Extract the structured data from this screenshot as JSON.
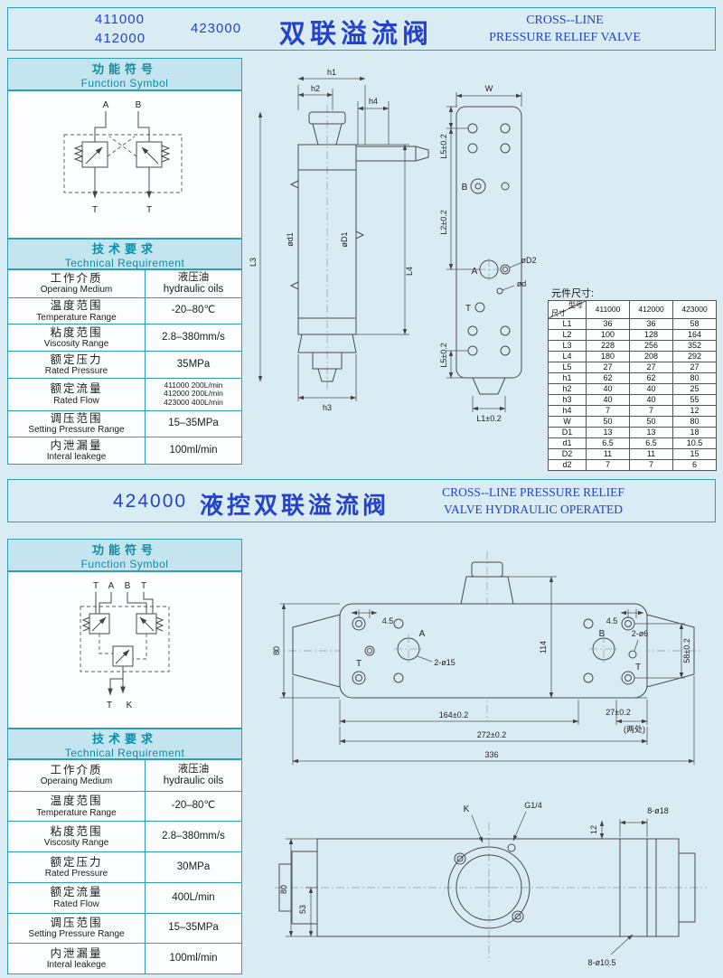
{
  "colors": {
    "page_bg": "#d9ecf4",
    "panel_border": "#2f9eb3",
    "panel_header_bg": "#c4e5ef",
    "accent_blue": "#2443c9",
    "accent_teal": "#0a8da6"
  },
  "section1": {
    "header": {
      "model_a": "411000",
      "model_b": "412000",
      "model_c": "423000",
      "title_cn": "双联溢流阀",
      "title_en1": "CROSS--LINE",
      "title_en2": "PRESSURE RELIEF VALVE"
    },
    "symbol": {
      "header_cn": "功能符号",
      "header_en": "Function Symbol",
      "ports": {
        "a": "A",
        "b": "B",
        "t1": "T",
        "t2": "T"
      }
    },
    "tech": {
      "header_cn": "技术要求",
      "header_en": "Technical Requirement",
      "rows": [
        {
          "cn": "工作介质",
          "en": "Operaing Medium",
          "values": [
            "液压油",
            "hydraulic oils"
          ]
        },
        {
          "cn": "温度范围",
          "en": "Temperature Range",
          "values": [
            "-20–80℃"
          ]
        },
        {
          "cn": "粘度范围",
          "en": "Viscosity Range",
          "values": [
            "2.8–380mm/s"
          ]
        },
        {
          "cn": "额定压力",
          "en": "Rated Pressure",
          "values": [
            "35MPa"
          ]
        },
        {
          "cn": "额定流量",
          "en": "Rated Flow",
          "values": [
            "411000 200L/min",
            "412000 200L/min",
            "423000 400L/min"
          ]
        },
        {
          "cn": "调压范围",
          "en": "Setting Pressure Range",
          "values": [
            "15–35MPa"
          ]
        },
        {
          "cn": "内泄漏量",
          "en": "Interal leakege",
          "values": [
            "100ml/min"
          ]
        }
      ]
    },
    "dim_table": {
      "title": "元件尺寸:",
      "corner_top": "型号",
      "corner_bottom": "尺寸",
      "columns": [
        "411000",
        "412000",
        "423000"
      ],
      "rows": [
        {
          "name": "L1",
          "v": [
            "36",
            "36",
            "58"
          ]
        },
        {
          "name": "L2",
          "v": [
            "100",
            "128",
            "164"
          ]
        },
        {
          "name": "L3",
          "v": [
            "228",
            "256",
            "352"
          ]
        },
        {
          "name": "L4",
          "v": [
            "180",
            "208",
            "292"
          ]
        },
        {
          "name": "L5",
          "v": [
            "27",
            "27",
            "27"
          ]
        },
        {
          "name": "h1",
          "v": [
            "62",
            "62",
            "80"
          ]
        },
        {
          "name": "h2",
          "v": [
            "40",
            "40",
            "25"
          ]
        },
        {
          "name": "h3",
          "v": [
            "40",
            "40",
            "55"
          ]
        },
        {
          "name": "h4",
          "v": [
            "7",
            "7",
            "12"
          ]
        },
        {
          "name": "W",
          "v": [
            "50",
            "50",
            "80"
          ]
        },
        {
          "name": "D1",
          "v": [
            "13",
            "13",
            "18"
          ]
        },
        {
          "name": "d1",
          "v": [
            "6.5",
            "6.5",
            "10.5"
          ]
        },
        {
          "name": "D2",
          "v": [
            "11",
            "11",
            "15"
          ]
        },
        {
          "name": "d2",
          "v": [
            "7",
            "7",
            "6"
          ]
        }
      ]
    },
    "drawing": {
      "h1": "h1",
      "h2": "h2",
      "h4": "h4",
      "d1": "ød1",
      "D1": "øD1",
      "L3": "L3",
      "L4": "L4",
      "h3": "h3",
      "W": "W",
      "L5t": "L5±0.2",
      "B": "B",
      "L2": "L2±0.2",
      "A": "A",
      "T": "T",
      "D2": "øD2",
      "d": "ød",
      "L5b": "L5±0.2",
      "L1": "L1±0.2"
    }
  },
  "section2": {
    "header": {
      "model": "424000",
      "title_cn": "液控双联溢流阀",
      "title_en1": "CROSS--LINE PRESSURE RELIEF",
      "title_en2": "VALVE HYDRAULIC OPERATED"
    },
    "symbol": {
      "header_cn": "功能符号",
      "header_en": "Function Symbol",
      "ports": {
        "t1": "T",
        "a": "A",
        "b": "B",
        "t2": "T",
        "t3": "T",
        "k": "K"
      }
    },
    "tech": {
      "header_cn": "技术要求",
      "header_en": "Technical Requirement",
      "rows": [
        {
          "cn": "工作介质",
          "en": "Operaing Medium",
          "values": [
            "液压油",
            "hydraulic oils"
          ]
        },
        {
          "cn": "温度范围",
          "en": "Temperature Range",
          "values": [
            "-20–80℃"
          ]
        },
        {
          "cn": "粘度范围",
          "en": "Viscosity Range",
          "values": [
            "2.8–380mm/s"
          ]
        },
        {
          "cn": "额定压力",
          "en": "Rated Pressure",
          "values": [
            "30MPa"
          ]
        },
        {
          "cn": "额定流量",
          "en": "Rated Flow",
          "values": [
            "400L/min"
          ]
        },
        {
          "cn": "调压范围",
          "en": "Setting Pressure Range",
          "values": [
            "15–35MPa"
          ]
        },
        {
          "cn": "内泄漏量",
          "en": "Interal leakege",
          "values": [
            "100ml/min"
          ]
        }
      ]
    },
    "drawing_top": {
      "d80": "80",
      "d45l": "4.5",
      "A": "A",
      "Tl": "T",
      "holes15": "2-ø15",
      "d114": "114",
      "B": "B",
      "d45r": "4.5",
      "holes6": "2-ø6",
      "Tr": "T",
      "d58": "58±0.2",
      "d164": "164±0.2",
      "d27": "27±0.2",
      "note": "(两处)",
      "d272": "272±0.2",
      "d336": "336"
    },
    "drawing_bottom": {
      "d80": "80",
      "d53": "53",
      "K": "K",
      "g14": "G1/4",
      "d12": "12",
      "holes18": "8-ø18",
      "holes105": "8-ø10.5"
    }
  }
}
